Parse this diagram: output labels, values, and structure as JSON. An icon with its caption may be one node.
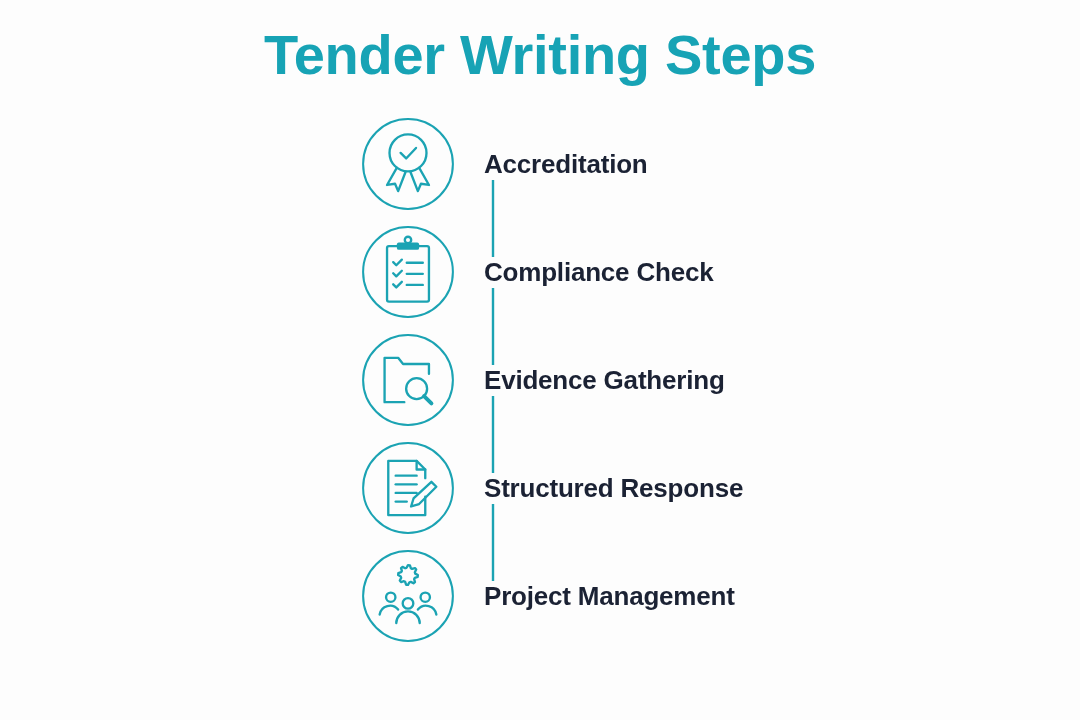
{
  "diagram": {
    "title": "Tender Writing Steps",
    "nodes": [
      {
        "text": [
          "Accreditation"
        ]
      },
      {
        "text": [
          "Compliance Check"
        ]
      },
      {
        "text": [
          "Evidence Gathering"
        ]
      },
      {
        "text": [
          "Structured Response"
        ]
      },
      {
        "text": [
          "Project Management"
        ]
      }
    ],
    "edges": [
      {
        "from": 0,
        "to": 1,
        "arrow": "none"
      },
      {
        "from": 1,
        "to": 2,
        "arrow": "none"
      },
      {
        "from": 2,
        "to": 3,
        "arrow": "none"
      },
      {
        "from": 3,
        "to": 4,
        "arrow": "none"
      }
    ]
  }
}
